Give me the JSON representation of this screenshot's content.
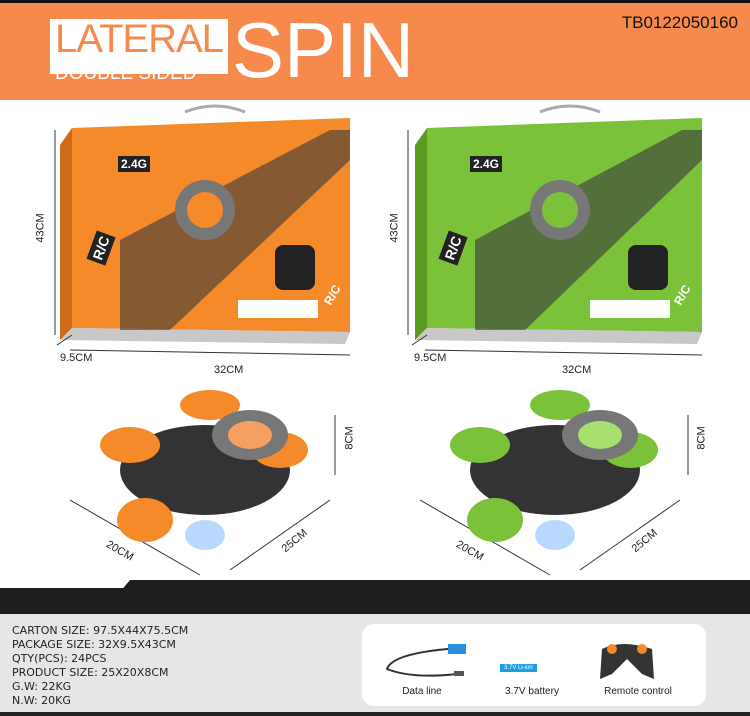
{
  "header": {
    "logo_lateral": "LATERAL",
    "logo_double": "DOUBLE SIDED",
    "logo_spin": "SPIN",
    "product_code": "TB0122050160"
  },
  "box_dims": {
    "height": "43CM",
    "depth": "9.5CM",
    "width": "32CM"
  },
  "car_dims": {
    "height": "8CM",
    "width": "20CM",
    "length": "25CM"
  },
  "box_labels": {
    "rc": "R/C",
    "freq": "2.4G"
  },
  "colors": {
    "orange": "#f58a4c",
    "green": "#7cc13a"
  },
  "specs": [
    "CARTON SIZE: 97.5X44X75.5CM",
    "PACKAGE SIZE: 32X9.5X43CM",
    "QTY(PCS): 24PCS",
    "PRODUCT SIZE: 25X20X8CM",
    "G.W:  22KG",
    "N.W:  20KG"
  ],
  "accessories": {
    "data_line": "Data line",
    "battery": "3.7V battery",
    "battery_label": "3.7V Li-ion",
    "remote": "Remote control"
  }
}
